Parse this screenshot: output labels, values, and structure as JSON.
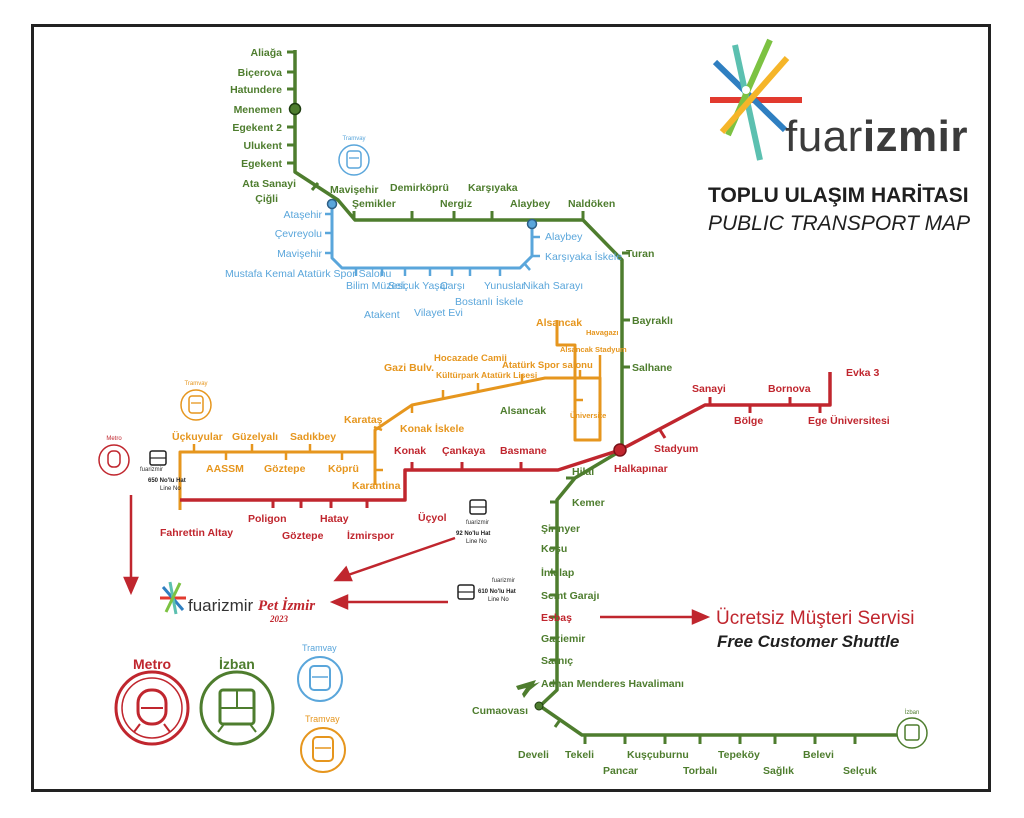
{
  "brand": {
    "prefix": "fuar",
    "suffix": "izmir"
  },
  "title": {
    "tr": "TOPLU ULAŞIM HARİTASI",
    "en": "PUBLIC TRANSPORT MAP"
  },
  "shuttle": {
    "tr": "Ücretsiz Müşteri Servisi",
    "en": "Free Customer Shuttle"
  },
  "fair_logo": {
    "brand": "fuarizmir",
    "event": "Pet İzmir",
    "year": "2023"
  },
  "legend": {
    "metro": "Metro",
    "izban": "İzban",
    "tramvay": "Tramvay",
    "colors": {
      "metro": "#c0262e",
      "izban": "#4e7d2e",
      "tram_karsiyaka": "#5aa6db",
      "tram_konak": "#e6961e"
    }
  },
  "line_icons": {
    "tramvay_small": "Tramvay",
    "metro_small": "Metro",
    "izban_small": "İzban",
    "bus_650": {
      "line": "650 No'lu Hat",
      "en": "Line No"
    },
    "bus_92": {
      "line": "92 No'lu Hat",
      "en": "Line No"
    },
    "bus_610": {
      "line": "610 No'lu Hat",
      "en": "Line No"
    },
    "mini_brand": "fuarizmir"
  },
  "stations": {
    "izban_north": [
      "Aliağa",
      "Biçerova",
      "Hatundere",
      "Menemen",
      "Egekent 2",
      "Ulukent",
      "Egekent",
      "Ata Sanayi",
      "Çiğli"
    ],
    "izban_mid": [
      "Mavişehir",
      "Şemikler",
      "Demirköprü",
      "Nergiz",
      "Karşıyaka",
      "Alaybey",
      "Naldöken",
      "Turan",
      "Bayraklı",
      "Salhane",
      "Alsancak",
      "Halkapınar"
    ],
    "izban_south": [
      "Hilal",
      "Kemer",
      "Şirinyer",
      "Koşu",
      "İnkılap",
      "Semt Garajı",
      "Esbaş",
      "Gaziemir",
      "Sarnıç",
      "Adnan Menderes Havalimanı",
      "Cumaovası"
    ],
    "izban_selcuk": [
      "Develi",
      "Tekeli",
      "Pancar",
      "Kuşçuburnu",
      "Torbalı",
      "Tepeköy",
      "Sağlık",
      "Belevi",
      "Selçuk"
    ],
    "tram_karsiyaka": [
      "Ataşehir",
      "Çevreyolu",
      "Mavişehir",
      "Mustafa Kemal Atatürk Spor Salonu",
      "Bilim Müzesi",
      "Atakent",
      "Selçuk Yaşar",
      "Vilayet Evi",
      "Çarşı",
      "Bostanlı İskele",
      "Yunuslar",
      "Nikah Sarayı",
      "Karşıyaka İskele",
      "Alaybey"
    ],
    "tram_konak": [
      "Alsancak",
      "Havagazı",
      "Alsancak Stadyum",
      "Üniversite",
      "Atatürk Spor salonu",
      "Kültürpark Atatürk Lisesi",
      "Hocazade Camii",
      "Gazi Bulv.",
      "Karataş",
      "Konak İskele",
      "Üçkuyular",
      "Güzelyalı",
      "Sadıkbey",
      "AASSM",
      "Göztepe",
      "Köprü",
      "Karantina"
    ],
    "metro": [
      "Fahrettin Altay",
      "Poligon",
      "Göztepe",
      "Hatay",
      "İzmirspor",
      "Üçyol",
      "Konak",
      "Çankaya",
      "Basmane",
      "Hilal",
      "Halkapınar",
      "Stadyum",
      "Sanayi",
      "Bölge",
      "Bornova",
      "Ege Üniversitesi",
      "Evka 3"
    ]
  }
}
